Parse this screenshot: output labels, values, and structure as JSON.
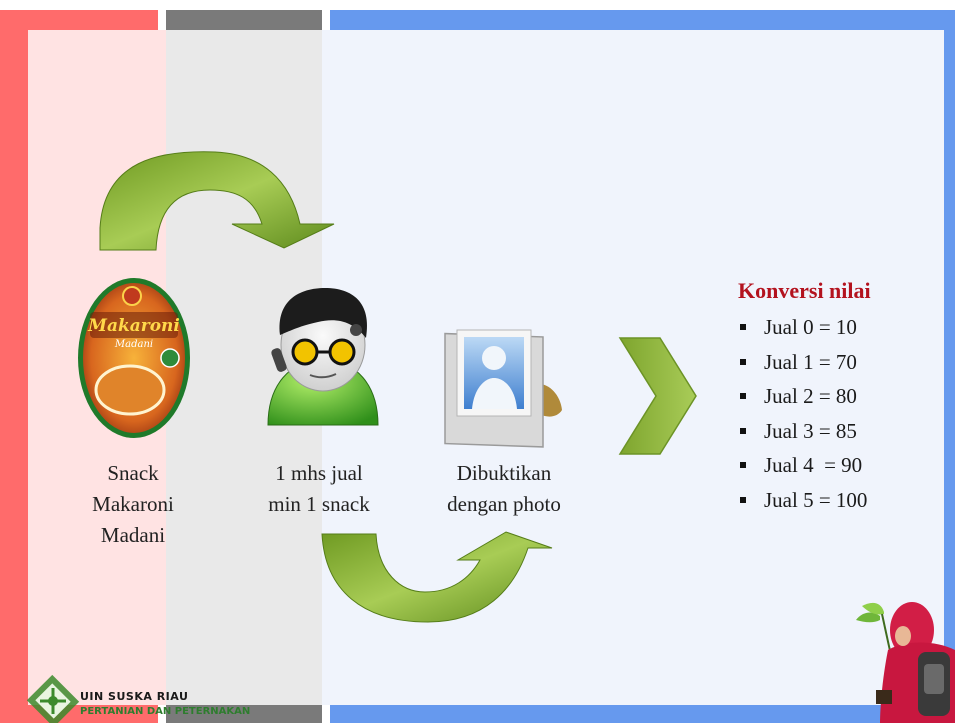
{
  "steps": [
    {
      "caption": "Snack\nMakaroni\nMadani",
      "icon": "snack-package-icon"
    },
    {
      "caption": "1 mhs jual\nmin 1 snack",
      "icon": "student-avatar-icon"
    },
    {
      "caption": "Dibuktikan\ndengan photo",
      "icon": "photo-frame-icon"
    }
  ],
  "snack_label": {
    "brand": "Makaroni",
    "sub": "Madani"
  },
  "conversion": {
    "title": "Konversi nilai",
    "items": [
      "Jual 0 = 10",
      "Jual 1 = 70",
      "Jual 2 = 80",
      "Jual 3 = 85",
      "Jual 4  = 90",
      "Jual 5 = 100"
    ]
  },
  "footer": {
    "line1": "UIN SUSKA RIAU",
    "line2": "PERTANIAN DAN PETERNAKAN"
  },
  "colors": {
    "arrow_green": "#8cb43a",
    "title_red": "#b3121e",
    "frame_red": "#ff6b6b",
    "frame_blue": "#6699ee"
  }
}
